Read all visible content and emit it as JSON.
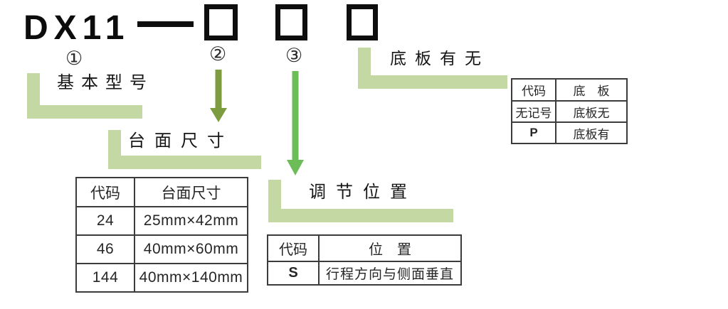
{
  "title": {
    "prefix": "DX11",
    "separator": "—"
  },
  "sections": {
    "basic_model": {
      "marker": "①",
      "label": "基本型号"
    },
    "table_size": {
      "marker": "②",
      "label": "台面尺寸",
      "table": {
        "headers": [
          "代码",
          "台面尺寸"
        ],
        "rows": [
          [
            "24",
            "25mm×42mm"
          ],
          [
            "46",
            "40mm×60mm"
          ],
          [
            "144",
            "40mm×140mm"
          ]
        ]
      }
    },
    "adjust_position": {
      "marker": "③",
      "label": "调节位置",
      "table": {
        "headers": [
          "代码",
          "位　置"
        ],
        "rows": [
          [
            "S",
            "行程方向与侧面垂直"
          ]
        ]
      }
    },
    "base_plate": {
      "label": "底板有无",
      "table": {
        "headers": [
          "代码",
          "底　板"
        ],
        "rows": [
          [
            "无记号",
            "底板无"
          ],
          [
            "P",
            "底板有"
          ]
        ]
      }
    }
  },
  "colors": {
    "bracket_green": "#c4d8a3",
    "arrow_olive": "#7d9b3f",
    "arrow_green": "#6cbd58",
    "box_border": "#0e0e0e",
    "table_border": "#3c3c3c"
  }
}
